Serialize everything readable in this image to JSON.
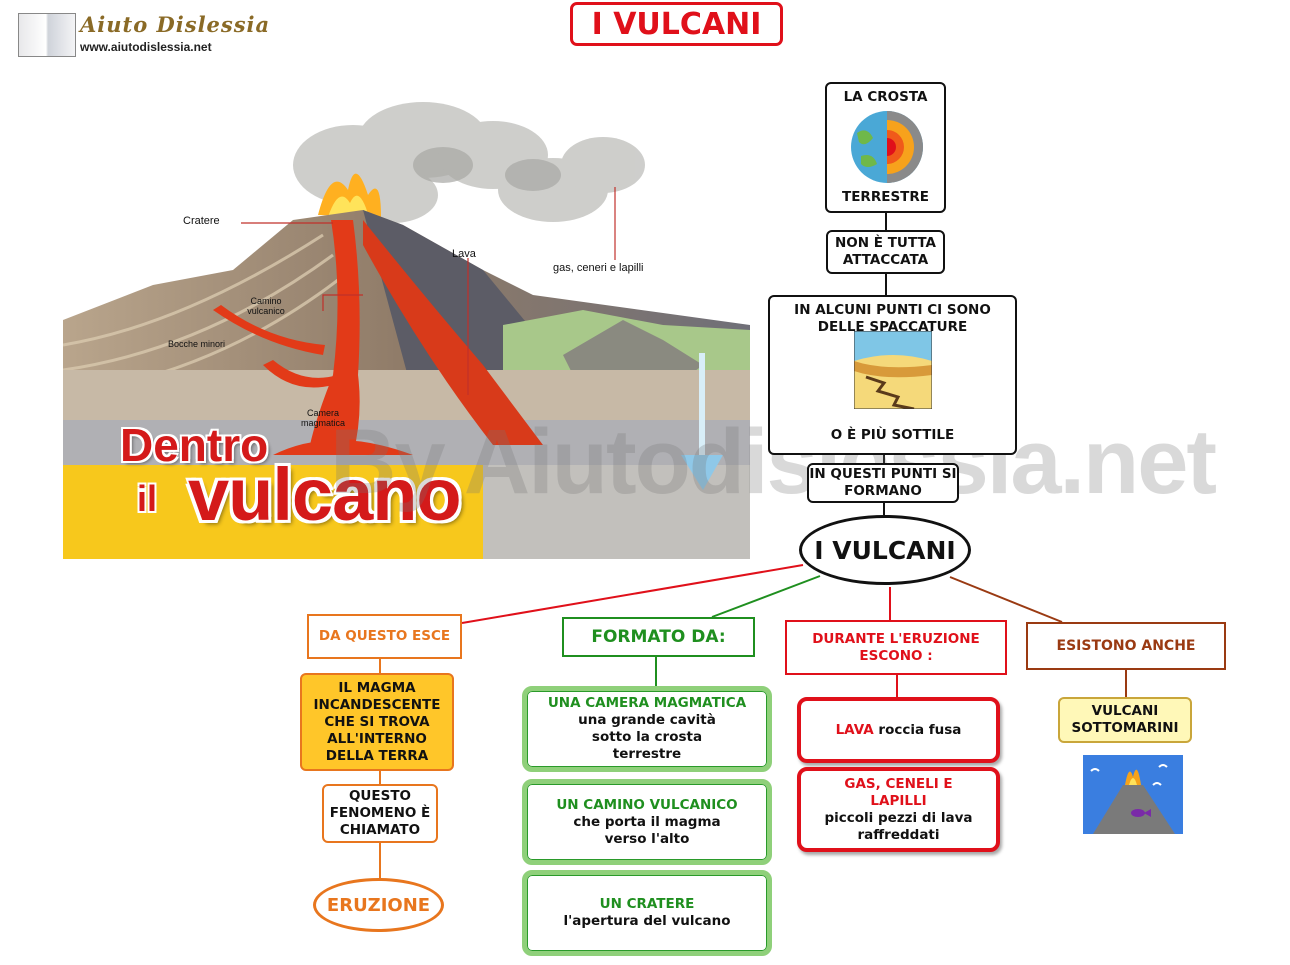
{
  "header": {
    "logo_title": "Aiuto Dislessia",
    "logo_url": "www.aiutodislessia.net",
    "title": "I VULCANI"
  },
  "illustration": {
    "labels": {
      "cratere": "Cratere",
      "lava": "Lava",
      "gas": "gas, ceneri e lapilli",
      "camino": "Camino vulcanico",
      "bocche": "Bocche minori",
      "camera": "Camera magmatica"
    },
    "caption_line1": "Dentro",
    "caption_line2a": "il",
    "caption_line2b": "vulcano"
  },
  "watermark": "By Aiutodislessia.net",
  "chain": {
    "crosta_top": "LA CROSTA",
    "crosta_bottom": "TERRESTRE",
    "attaccata": "NON È TUTTA ATTACCATA",
    "spaccature": "IN ALCUNI PUNTI CI SONO DELLE SPACCATURE",
    "sottile": "O È PIÙ SOTTILE",
    "punti": "IN QUESTI PUNTI SI FORMANO",
    "center": "I VULCANI"
  },
  "branches": {
    "orange": {
      "header": "DA QUESTO ESCE",
      "magma": "IL MAGMA INCANDESCENTE CHE SI TROVA ALL'INTERNO DELLA TERRA",
      "fenomeno": "QUESTO FENOMENO È CHIAMATO",
      "eruzione": "ERUZIONE"
    },
    "green": {
      "header": "FORMATO DA:",
      "items": [
        {
          "title": "UNA CAMERA MAGMATICA",
          "text": "una grande cavità sotto la crosta terrestre"
        },
        {
          "title": "UN CAMINO VULCANICO",
          "text": "che porta il magma verso l'alto"
        },
        {
          "title": "UN CRATERE",
          "text": "l'apertura del vulcano"
        }
      ]
    },
    "red": {
      "header": "DURANTE L'ERUZIONE ESCONO :",
      "lava_title": "LAVA",
      "lava_text": "roccia fusa",
      "gas_title": "GAS, CENELI E LAPILLI",
      "gas_text": "piccoli pezzi di lava raffreddati"
    },
    "brown": {
      "header": "ESISTONO ANCHE",
      "item": "VULCANI SOTTOMARINI"
    }
  },
  "colors": {
    "red": "#e0101a",
    "orange": "#e8761e",
    "green": "#1f8f1f",
    "brown": "#9a3a12",
    "magma_fill": "#ffc629",
    "sotto_fill": "#fff8b8"
  }
}
